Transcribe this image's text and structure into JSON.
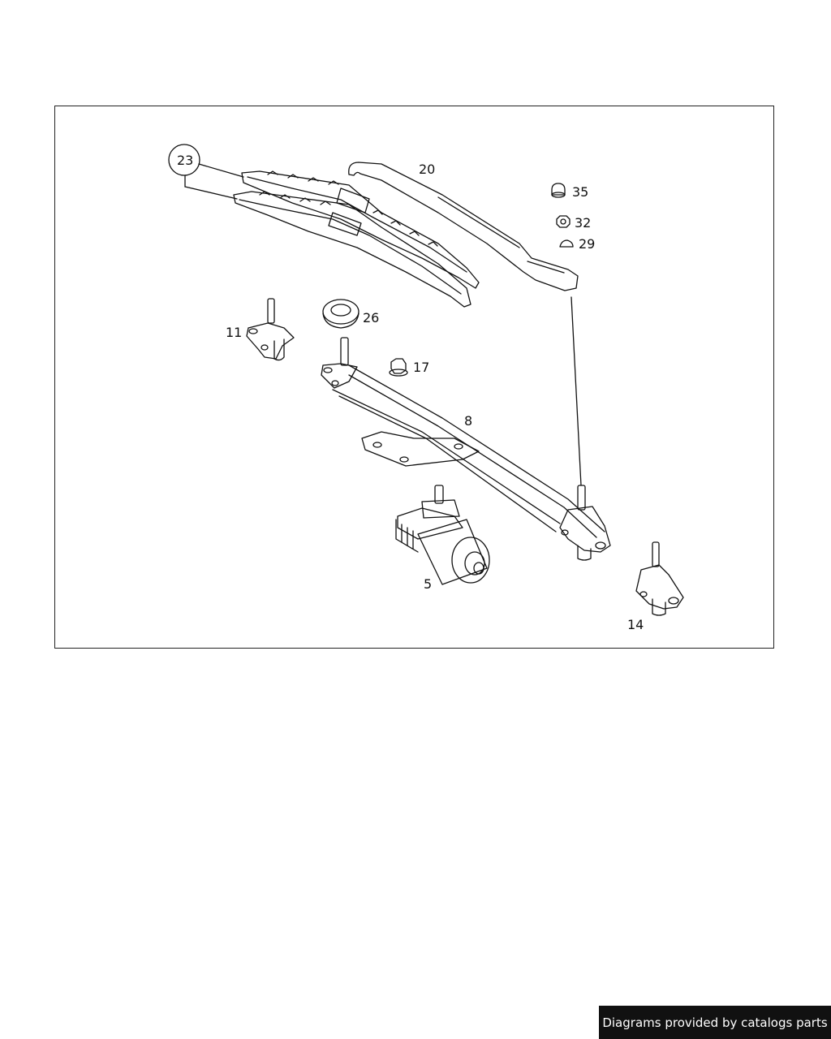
{
  "diagram": {
    "labels": {
      "blade": "23",
      "arm": "20",
      "cap": "35",
      "nut": "32",
      "washer": "29",
      "grommet": "26",
      "bearing_left": "11",
      "flange_nut": "17",
      "linkage": "8",
      "motor": "5",
      "bearing_right": "14"
    }
  },
  "footer": {
    "text": "Diagrams provided by catalogs parts"
  }
}
